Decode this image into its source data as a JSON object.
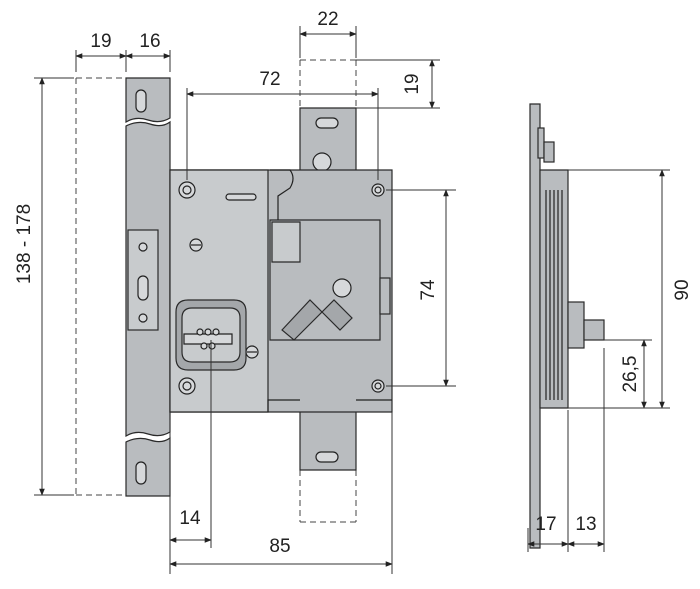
{
  "dimensions": {
    "backset_19": "19",
    "faceplate_16": "16",
    "bolt_width_22": "22",
    "bolt_throw_19": "19",
    "center_72": "72",
    "height_range": "138 - 178",
    "hole_spacing_74": "74",
    "cylinder_14": "14",
    "case_width_85": "85",
    "side_height_90": "90",
    "side_offset_26_5": "26,5",
    "side_depth_17": "17",
    "side_depth_13": "13"
  },
  "colors": {
    "metal": "#b9bcbf",
    "line": "#222222"
  }
}
